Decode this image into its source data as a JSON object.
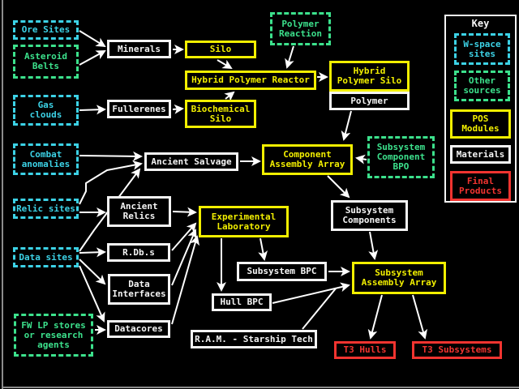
{
  "colors": {
    "w_space": "#3cd2e6",
    "other_sources": "#3ce18c",
    "pos_modules": "#f2ef00",
    "materials": "#f5f5f5",
    "final_products": "#f23430",
    "arrow": "#ffffff",
    "frame": "#8c8c8c",
    "background": "#000000"
  },
  "nodes": {
    "ore_sites": {
      "label": "Ore Sites",
      "type": "w-space site"
    },
    "asteroid_belts": {
      "label": "Asteroid\nBelts",
      "type": "other source"
    },
    "gas_clouds": {
      "label": "Gas\nclouds",
      "type": "w-space site"
    },
    "combat_anomalies": {
      "label": "Combat\nanomalies",
      "type": "w-space site"
    },
    "relic_sites": {
      "label": "Relic sites",
      "type": "w-space site"
    },
    "data_sites": {
      "label": "Data sites",
      "type": "w-space site"
    },
    "fw_lp_stores": {
      "label": "FW LP stores\nor research\nagents",
      "type": "other source"
    },
    "polymer_reaction": {
      "label": "Polymer\nReaction",
      "type": "other source"
    },
    "subsystem_component_bpo": {
      "label": "Subsystem\nComponent\nBPO",
      "type": "other source"
    },
    "minerals": {
      "label": "Minerals",
      "type": "material"
    },
    "fullerenes": {
      "label": "Fullerenes",
      "type": "material"
    },
    "ancient_salvage": {
      "label": "Ancient Salvage",
      "type": "material"
    },
    "ancient_relics": {
      "label": "Ancient\nRelics",
      "type": "material"
    },
    "rdbs": {
      "label": "R.Db.s",
      "type": "material"
    },
    "data_interfaces": {
      "label": "Data\nInterfaces",
      "type": "material"
    },
    "datacores": {
      "label": "Datacores",
      "type": "material"
    },
    "polymer": {
      "label": "Polymer",
      "type": "material"
    },
    "subsystem_components": {
      "label": "Subsystem\nComponents",
      "type": "material"
    },
    "subsystem_bpc": {
      "label": "Subsystem BPC",
      "type": "material"
    },
    "hull_bpc": {
      "label": "Hull BPC",
      "type": "material"
    },
    "ram_starship_tech": {
      "label": "R.A.M. - Starship Tech",
      "type": "material"
    },
    "silo": {
      "label": "Silo",
      "type": "pos module"
    },
    "hybrid_polymer_reactor": {
      "label": "Hybrid Polymer Reactor",
      "type": "pos module"
    },
    "biochemical_silo": {
      "label": "Biochemical\nSilo",
      "type": "pos module"
    },
    "hybrid_polymer_silo": {
      "label": "Hybrid\nPolymer Silo",
      "type": "pos module"
    },
    "component_assembly_array": {
      "label": "Component\nAssembly Array",
      "type": "pos module"
    },
    "experimental_laboratory": {
      "label": "Experimental\nLaboratory",
      "type": "pos module"
    },
    "subsystem_assembly_array": {
      "label": "Subsystem\nAssembly Array",
      "type": "pos module"
    },
    "t3_hulls": {
      "label": "T3 Hulls",
      "type": "final product"
    },
    "t3_subsystems": {
      "label": "T3 Subsystems",
      "type": "final product"
    }
  },
  "key": {
    "title": "Key",
    "w_space_sites": {
      "label": "W-space\nsites"
    },
    "other_sources": {
      "label": "Other\nsources"
    },
    "pos_modules": {
      "label": "POS\nModules"
    },
    "materials": {
      "label": "Materials"
    },
    "final_products": {
      "label": "Final\nProducts"
    }
  },
  "edges": [
    {
      "from": "ore_sites",
      "to": "minerals"
    },
    {
      "from": "asteroid_belts",
      "to": "minerals"
    },
    {
      "from": "minerals",
      "to": "silo"
    },
    {
      "from": "silo",
      "to": "hybrid_polymer_reactor"
    },
    {
      "from": "polymer_reaction",
      "to": "hybrid_polymer_reactor"
    },
    {
      "from": "gas_clouds",
      "to": "fullerenes"
    },
    {
      "from": "fullerenes",
      "to": "biochemical_silo"
    },
    {
      "from": "biochemical_silo",
      "to": "hybrid_polymer_reactor"
    },
    {
      "from": "hybrid_polymer_reactor",
      "to": "hybrid_polymer_silo"
    },
    {
      "from": "polymer",
      "to": "component_assembly_array"
    },
    {
      "from": "combat_anomalies",
      "to": "ancient_salvage"
    },
    {
      "from": "relic_sites",
      "to": "ancient_salvage"
    },
    {
      "from": "data_sites",
      "to": "ancient_salvage"
    },
    {
      "from": "relic_sites",
      "to": "ancient_relics"
    },
    {
      "from": "ancient_relics",
      "to": "experimental_laboratory"
    },
    {
      "from": "data_sites",
      "to": "rdbs"
    },
    {
      "from": "data_sites",
      "to": "data_interfaces"
    },
    {
      "from": "data_sites",
      "to": "datacores"
    },
    {
      "from": "fw_lp_stores",
      "to": "datacores"
    },
    {
      "from": "rdbs",
      "to": "experimental_laboratory"
    },
    {
      "from": "data_interfaces",
      "to": "experimental_laboratory"
    },
    {
      "from": "datacores",
      "to": "experimental_laboratory"
    },
    {
      "from": "ancient_salvage",
      "to": "component_assembly_array"
    },
    {
      "from": "subsystem_component_bpo",
      "to": "component_assembly_array"
    },
    {
      "from": "component_assembly_array",
      "to": "subsystem_components"
    },
    {
      "from": "subsystem_components",
      "to": "subsystem_assembly_array"
    },
    {
      "from": "experimental_laboratory",
      "to": "subsystem_bpc"
    },
    {
      "from": "experimental_laboratory",
      "to": "hull_bpc"
    },
    {
      "from": "subsystem_bpc",
      "to": "subsystem_assembly_array"
    },
    {
      "from": "hull_bpc",
      "to": "subsystem_assembly_array"
    },
    {
      "from": "ram_starship_tech",
      "to": "subsystem_assembly_array"
    },
    {
      "from": "subsystem_assembly_array",
      "to": "t3_hulls"
    },
    {
      "from": "subsystem_assembly_array",
      "to": "t3_subsystems"
    }
  ]
}
